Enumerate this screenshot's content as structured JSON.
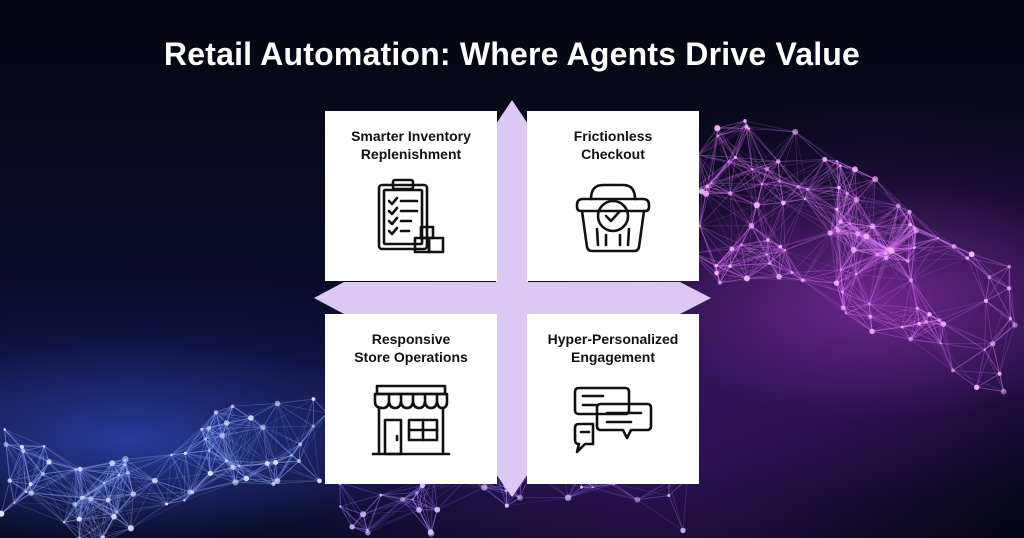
{
  "title": "Retail Automation: Where Agents Drive Value",
  "quadrants": [
    {
      "line1": "Smarter Inventory",
      "line2": "Replenishment",
      "icon": "clipboard-checklist-icon"
    },
    {
      "line1": "Frictionless",
      "line2": "Checkout",
      "icon": "basket-check-icon"
    },
    {
      "line1": "Responsive",
      "line2": "Store Operations",
      "icon": "storefront-icon"
    },
    {
      "line1": "Hyper-Personalized",
      "line2": "Engagement",
      "icon": "chat-bubbles-icon"
    }
  ],
  "colors": {
    "arrow_cross": "#dcc8f5",
    "card_bg": "#ffffff",
    "title_text": "#ffffff",
    "icon_stroke": "#111111"
  }
}
